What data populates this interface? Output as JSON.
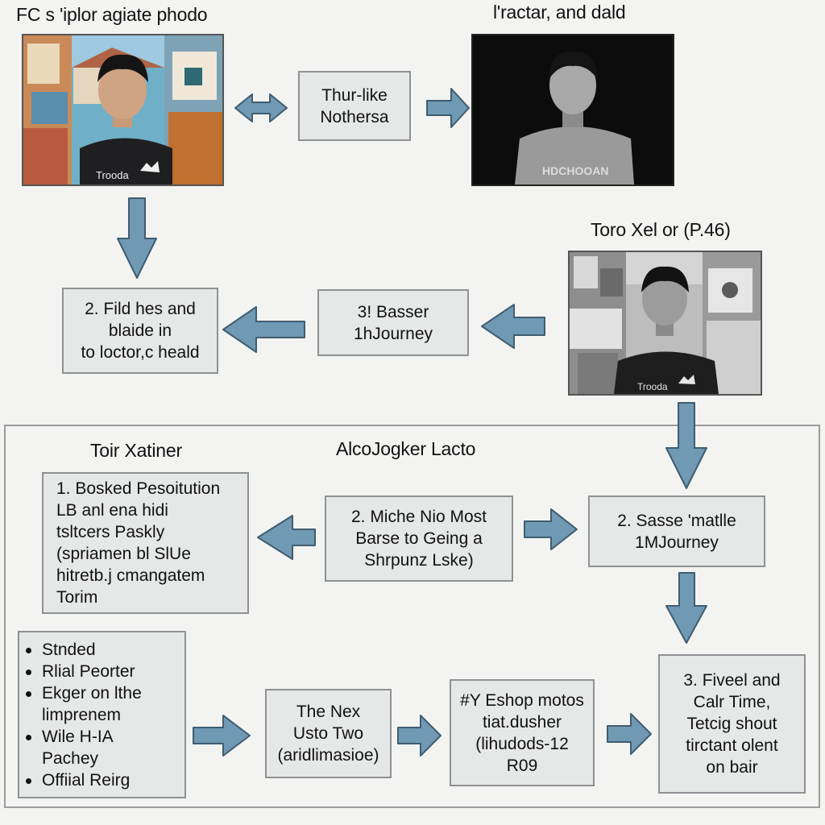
{
  "titles": {
    "top_left": "FC s 'iplor agiate phodo",
    "top_right": "l'ractar, and dald",
    "mid_right": "Toro Xel or (P.46)",
    "section_left": "Toir Xatiner",
    "section_center": "AlcoJogker Lacto"
  },
  "boxes": {
    "thur_like": [
      "Thur-like",
      "Nothersa"
    ],
    "find_hes": [
      "2. Fild hes and",
      "blaide in",
      "to loctor,c heald"
    ],
    "basser": [
      "3! Basser",
      "1hJourney"
    ],
    "bosked": [
      "1. Bosked Pesoitution",
      "LB anl ena hidi",
      "tsltcers Paskly",
      "(spriamen bl SlUe",
      "hitretb.j cmangatem",
      "Torim"
    ],
    "miche": [
      "2. Miche Nio Most",
      "Barse to Geing a",
      "Shrpunz Lske)"
    ],
    "sasse": [
      "2.  Sasse 'matlle",
      "1MJourney"
    ],
    "bullets": [
      "Stnded",
      "Rlial Peorter",
      "Ekger on lthe",
      "limprenem",
      "Wile H-IA",
      "Pachey",
      "Offiial Reirg"
    ],
    "next": [
      "The Nex",
      "Usto Two",
      "(aridlimasioe)"
    ],
    "eshop": [
      "#Y Eshop motos",
      "tiat.dusher",
      "(lihudods-12",
      "R09"
    ],
    "fiveel": [
      "3. Fiveel and",
      "Calr Time,",
      "Tetcig shout",
      "tirctant olent",
      "on bair"
    ]
  },
  "photos": {
    "shirt_text_color": "Trooda",
    "shirt_text_bw": "HDCHOOAN",
    "shirt_text_gray": "Trooda"
  },
  "colors": {
    "arrow_fill": "#7099b4",
    "arrow_stroke": "#3f5d70",
    "box_bg": "#e6e8e7",
    "box_border": "#8e9294",
    "background": "#f3f4f2"
  }
}
